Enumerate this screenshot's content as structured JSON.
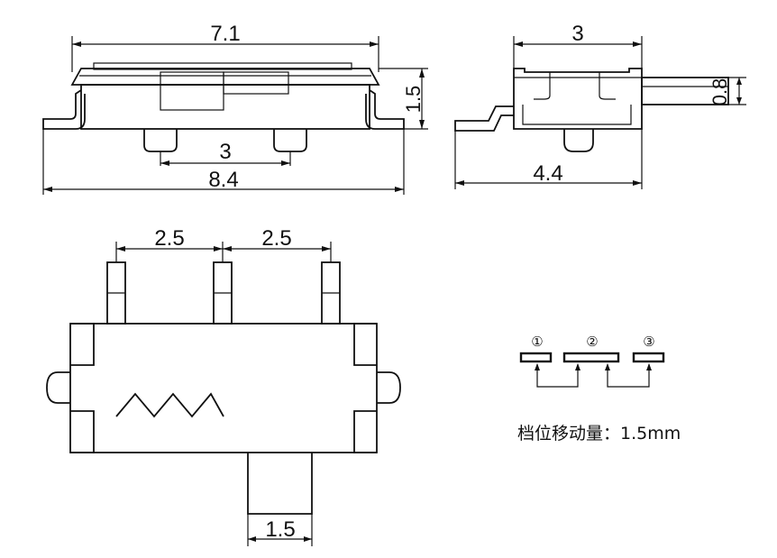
{
  "side_view": {
    "top_length": "7.1",
    "height": "1.5",
    "pin_pitch": "3",
    "total_length": "8.4"
  },
  "end_view": {
    "width": "3",
    "actuator_height": "0.8",
    "depth_to_actuator": "4.4"
  },
  "top_view": {
    "pin_pitch_left": "2.5",
    "pin_pitch_right": "2.5",
    "actuator_width": "1.5"
  },
  "schematic": {
    "pin_labels": [
      "①",
      "②",
      "③"
    ]
  },
  "note": "档位移动量：1.5mm"
}
